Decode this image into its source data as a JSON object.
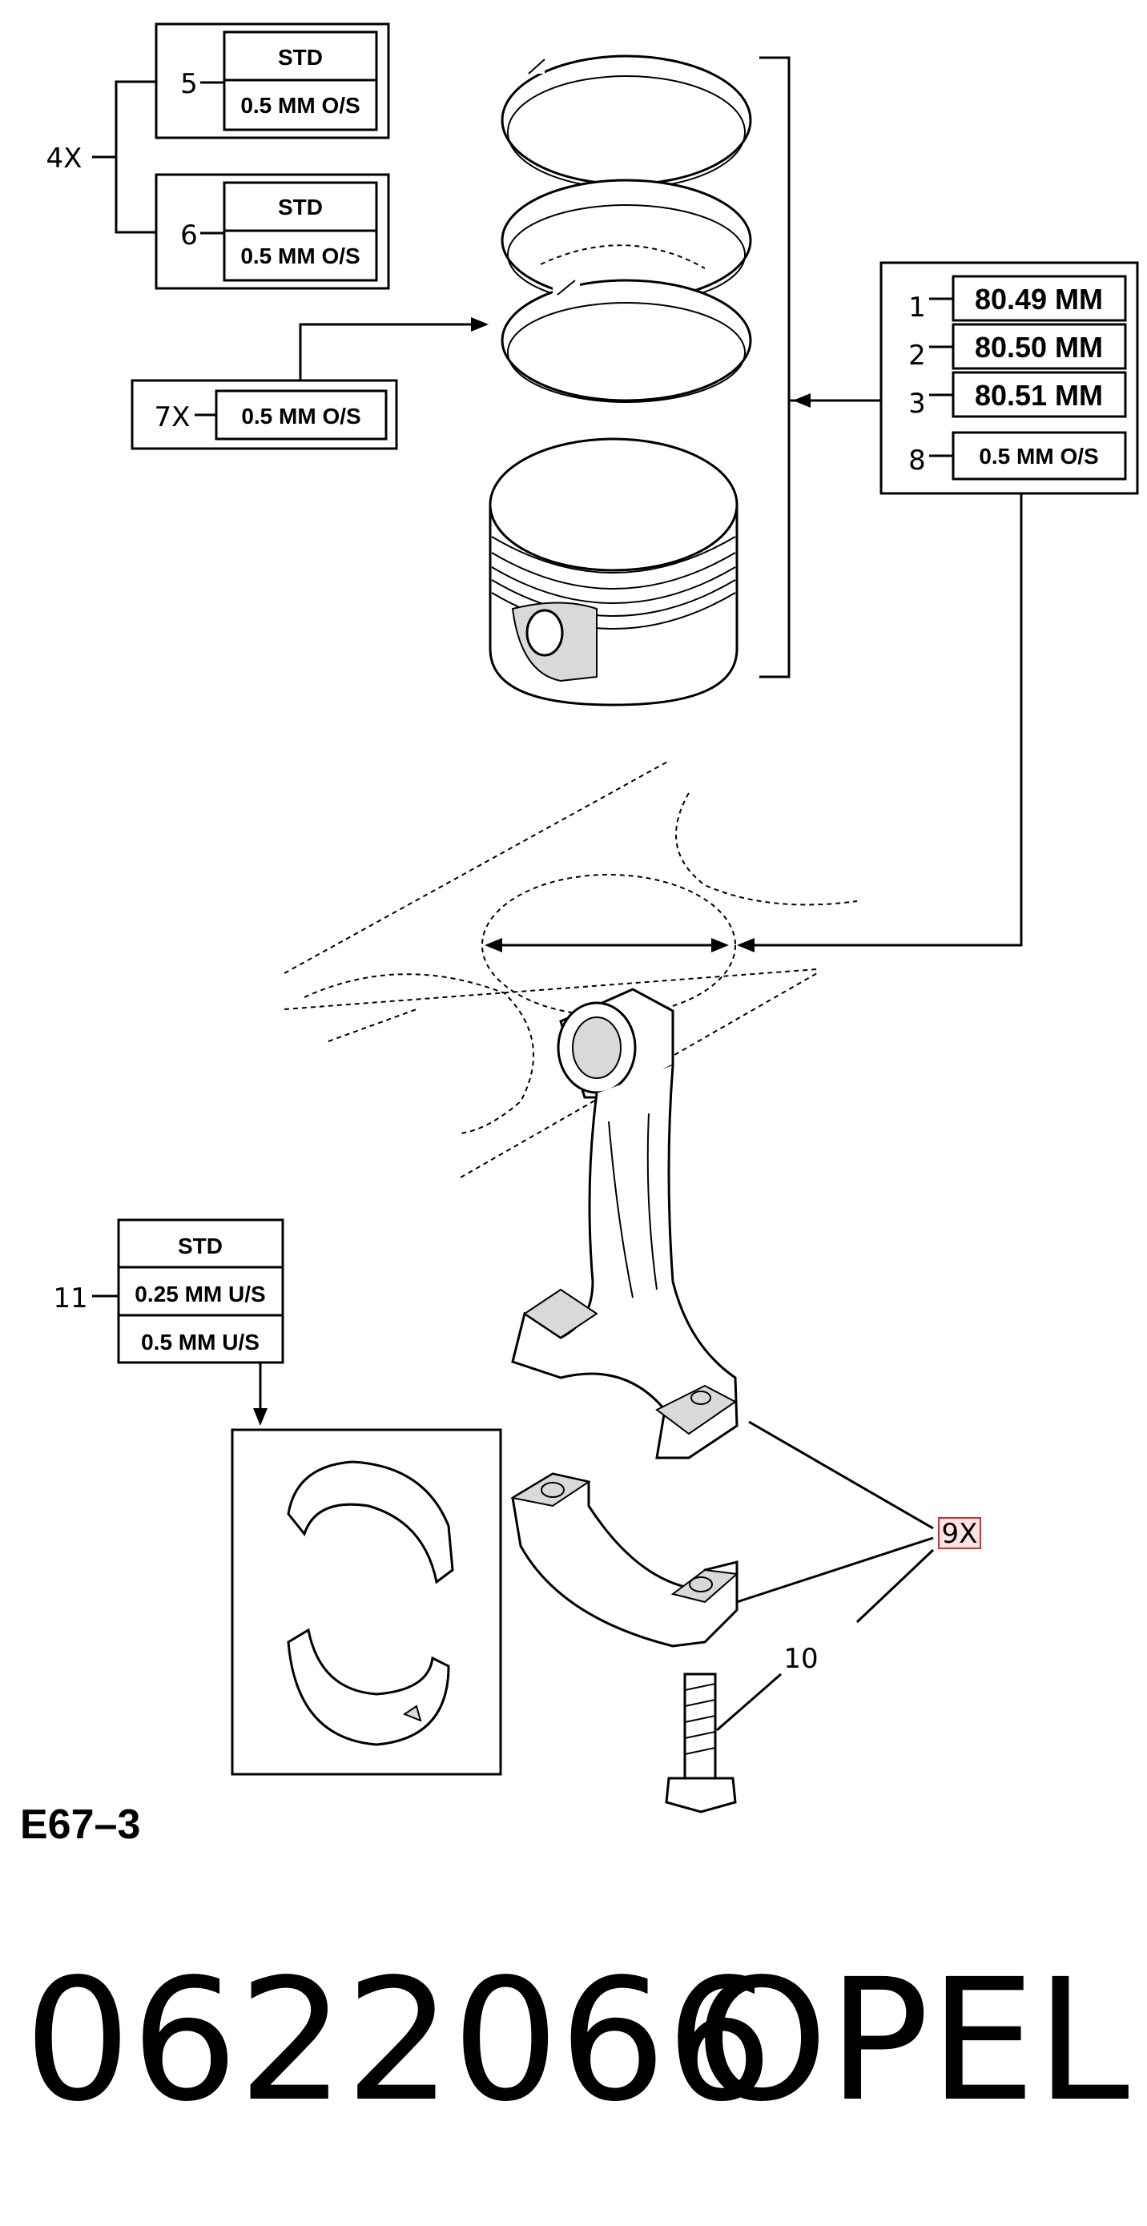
{
  "callouts": {
    "c4x": "4X",
    "c5": "5",
    "c6": "6",
    "c7x": "7X",
    "c1": "1",
    "c2": "2",
    "c3": "3",
    "c8": "8",
    "c11": "11",
    "c9x": "9X",
    "c10": "10"
  },
  "ring_box_5": {
    "row1": "STD",
    "row2": "0.5 MM O/S"
  },
  "ring_box_6": {
    "row1": "STD",
    "row2": "0.5 MM O/S"
  },
  "ring_box_7": {
    "row1": "0.5 MM O/S"
  },
  "piston_box": {
    "row1": "80.49 MM",
    "row2": "80.50 MM",
    "row3": "80.51 MM",
    "row4": "0.5 MM O/S"
  },
  "bearing_box": {
    "row1": "STD",
    "row2": "0.25 MM U/S",
    "row3": "0.5 MM U/S"
  },
  "figure_code": "E67–3",
  "part_number": "0622066",
  "brand": "OPEL",
  "colors": {
    "highlight_border": "#d32f2f",
    "highlight_fill": "#ffe3e3"
  }
}
